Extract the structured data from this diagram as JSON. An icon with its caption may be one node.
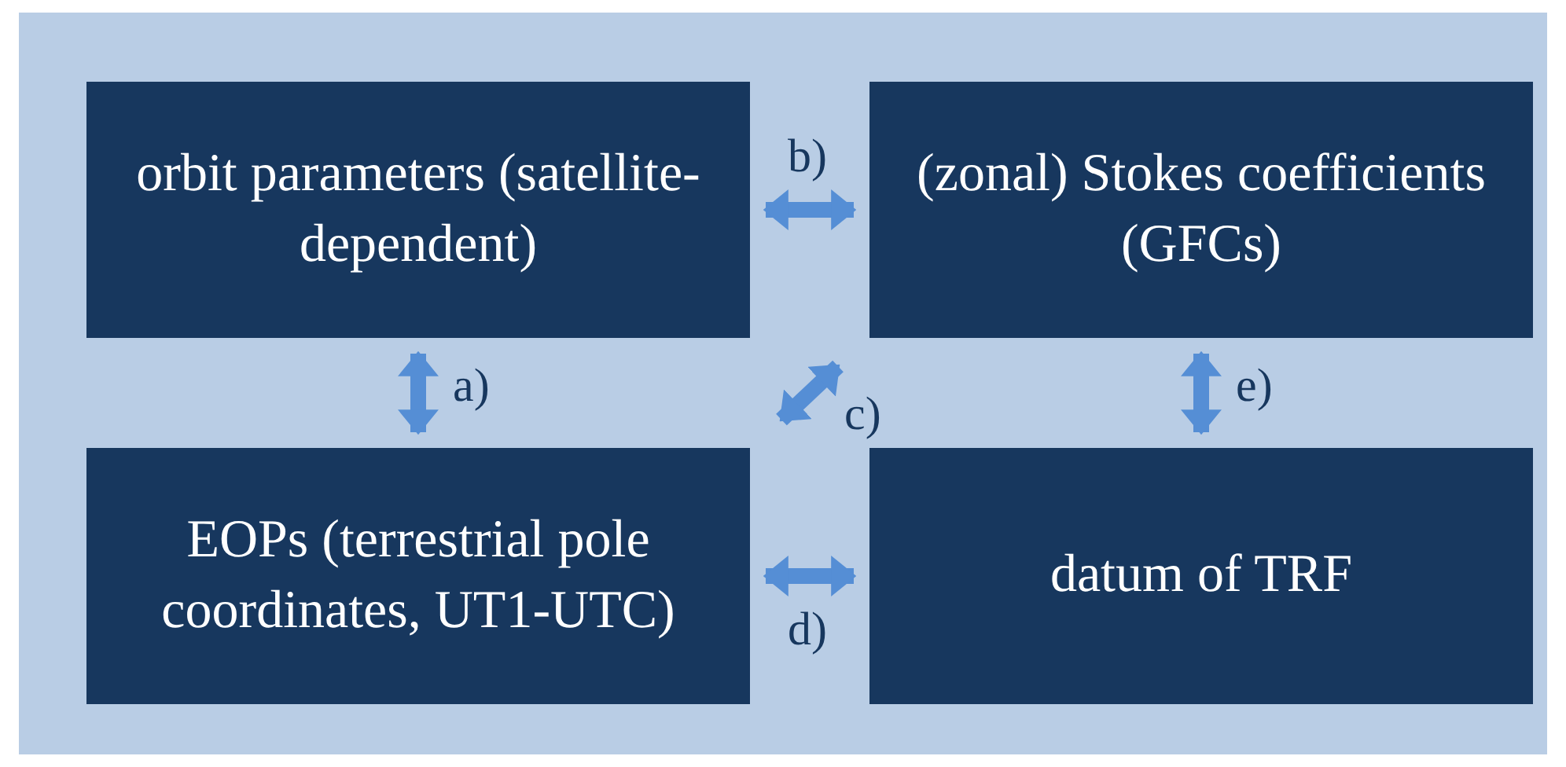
{
  "diagram": {
    "nodes": [
      {
        "text": [
          "orbit parameters (satellite-dependent)"
        ]
      },
      {
        "text": [
          "(zonal) Stokes coefficients (GFCs)"
        ]
      },
      {
        "text": [
          "EOPs (terrestrial pole coordinates, UT1-UTC)"
        ]
      },
      {
        "text": [
          "datum of TRF"
        ]
      }
    ],
    "edges": [
      {
        "from": 0,
        "to": 2,
        "arrow": "both",
        "label": "a)"
      },
      {
        "from": 0,
        "to": 1,
        "arrow": "both",
        "label": "b)"
      },
      {
        "from": 1,
        "to": 2,
        "arrow": "both",
        "label": "c)"
      },
      {
        "from": 2,
        "to": 3,
        "arrow": "both",
        "label": "d)"
      },
      {
        "from": 1,
        "to": 3,
        "arrow": "both",
        "label": "e)"
      }
    ]
  }
}
